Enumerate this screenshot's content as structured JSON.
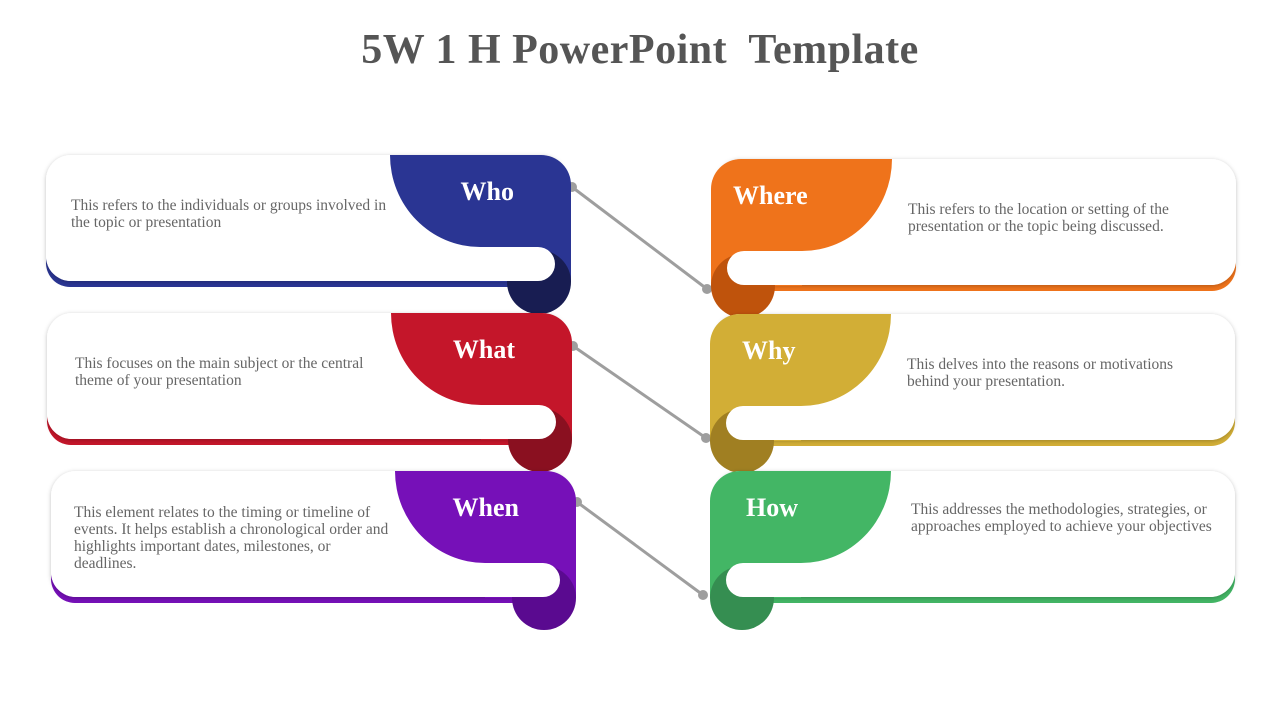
{
  "title": "5W 1 H PowerPoint  Template",
  "cards": [
    {
      "id": "who",
      "side": "left",
      "label": "Who",
      "text": "This refers to the individuals or groups involved in the topic  or presentation",
      "color": "#2a3593",
      "dark": "#181d52"
    },
    {
      "id": "what",
      "side": "left",
      "label": "What",
      "text": "This focuses on the main subject or the central theme of your presentation",
      "color": "#c4162a",
      "dark": "#8a1020"
    },
    {
      "id": "when",
      "side": "left",
      "label": "When",
      "text": "This element relates to the timing or timeline of events. It helps establish a chronological order and highlights important dates, milestones, or deadlines.",
      "color": "#7610b8",
      "dark": "#5a0a90"
    },
    {
      "id": "where",
      "side": "right",
      "label": "Where",
      "text": "This refers to the location or setting of the presentation or the topic being discussed.",
      "color": "#ef731b",
      "dark": "#bf530c"
    },
    {
      "id": "why",
      "side": "right",
      "label": "Why",
      "text": "This delves into the reasons or motivations behind your presentation.",
      "color": "#d2ae36",
      "dark": "#a07f22"
    },
    {
      "id": "how",
      "side": "right",
      "label": "How",
      "text": "This addresses the methodologies, strategies, or approaches employed to achieve your objectives",
      "color": "#43b665",
      "dark": "#358e51"
    }
  ],
  "connector_color": "#9e9e9e"
}
